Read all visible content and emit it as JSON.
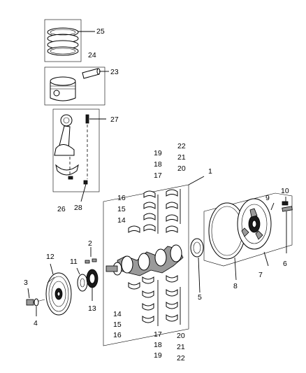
{
  "callouts": {
    "c1": "1",
    "c2": "2",
    "c3": "3",
    "c4": "4",
    "c5": "5",
    "c6": "6",
    "c7": "7",
    "c8": "8",
    "c9": "9",
    "c10": "10",
    "c11": "11",
    "c12": "12",
    "c13": "13",
    "c14a": "14",
    "c14b": "14",
    "c15a": "15",
    "c15b": "15",
    "c16a": "16",
    "c16b": "16",
    "c17a": "17",
    "c17b": "17",
    "c18a": "18",
    "c18b": "18",
    "c19a": "19",
    "c19b": "19",
    "c20a": "20",
    "c20b": "20",
    "c21a": "21",
    "c21b": "21",
    "c22a": "22",
    "c22b": "22",
    "c23": "23",
    "c24": "24",
    "c25": "25",
    "c26": "26",
    "c27": "27",
    "c28": "28"
  }
}
